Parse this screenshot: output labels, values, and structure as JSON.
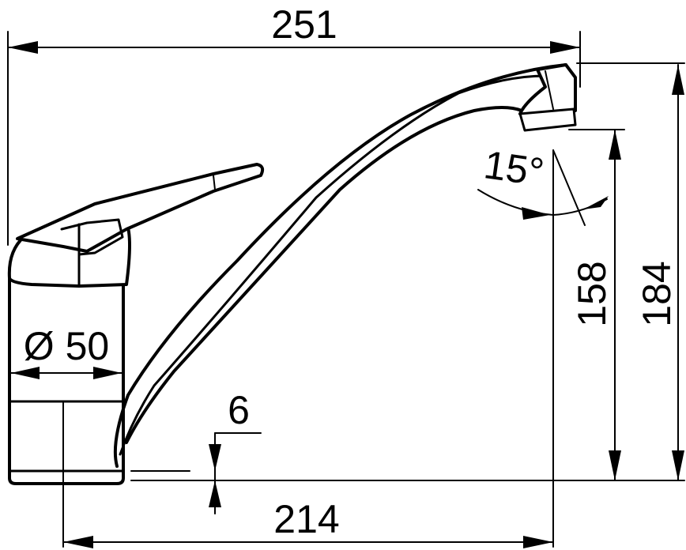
{
  "dimensions": {
    "overall_width": "251",
    "base_to_spout": "214",
    "diameter": "Ø 50",
    "spout_height": "158",
    "total_height": "184",
    "max_deck_thickness": "6",
    "swivel_angle": "15°"
  },
  "colors": {
    "line": "#000000",
    "background": "#ffffff"
  }
}
